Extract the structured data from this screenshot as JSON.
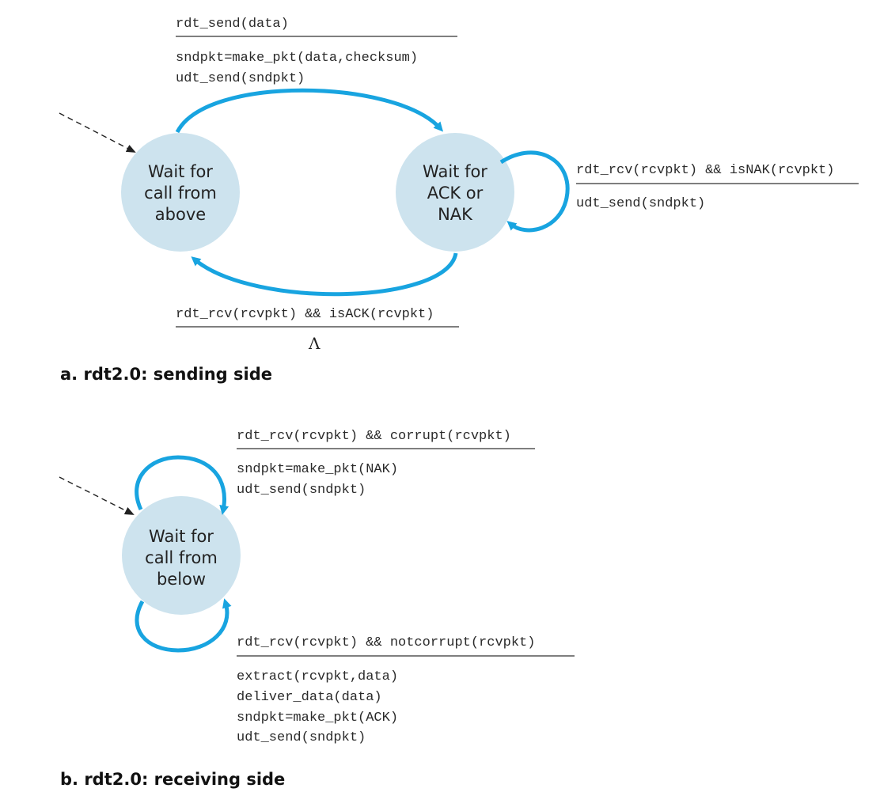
{
  "colors": {
    "state_fill": "#cde3ee",
    "arrow": "#18a4e0",
    "rule": "#333333",
    "init_arrow": "#333333"
  },
  "sender": {
    "caption": "a.  rdt2.0: sending side",
    "state_wait_above": [
      "Wait for",
      "call from",
      "above"
    ],
    "state_wait_ack": [
      "Wait for",
      "ACK or",
      "NAK"
    ],
    "t_send": {
      "event": "rdt_send(data)",
      "actions": [
        "sndpkt=make_pkt(data,checksum)",
        "udt_send(sndpkt)"
      ]
    },
    "t_nak": {
      "event": "rdt_rcv(rcvpkt) && isNAK(rcvpkt)",
      "actions": [
        "udt_send(sndpkt)"
      ]
    },
    "t_ack": {
      "event": "rdt_rcv(rcvpkt) && isACK(rcvpkt)",
      "actions": [
        "Λ"
      ]
    }
  },
  "receiver": {
    "caption": "b.  rdt2.0: receiving side",
    "state_wait_below": [
      "Wait for",
      "call from",
      "below"
    ],
    "t_corrupt": {
      "event": "rdt_rcv(rcvpkt) && corrupt(rcvpkt)",
      "actions": [
        "sndpkt=make_pkt(NAK)",
        "udt_send(sndpkt)"
      ]
    },
    "t_notcorrupt": {
      "event": "rdt_rcv(rcvpkt) && notcorrupt(rcvpkt)",
      "actions": [
        "extract(rcvpkt,data)",
        "deliver_data(data)",
        "sndpkt=make_pkt(ACK)",
        "udt_send(sndpkt)"
      ]
    }
  }
}
